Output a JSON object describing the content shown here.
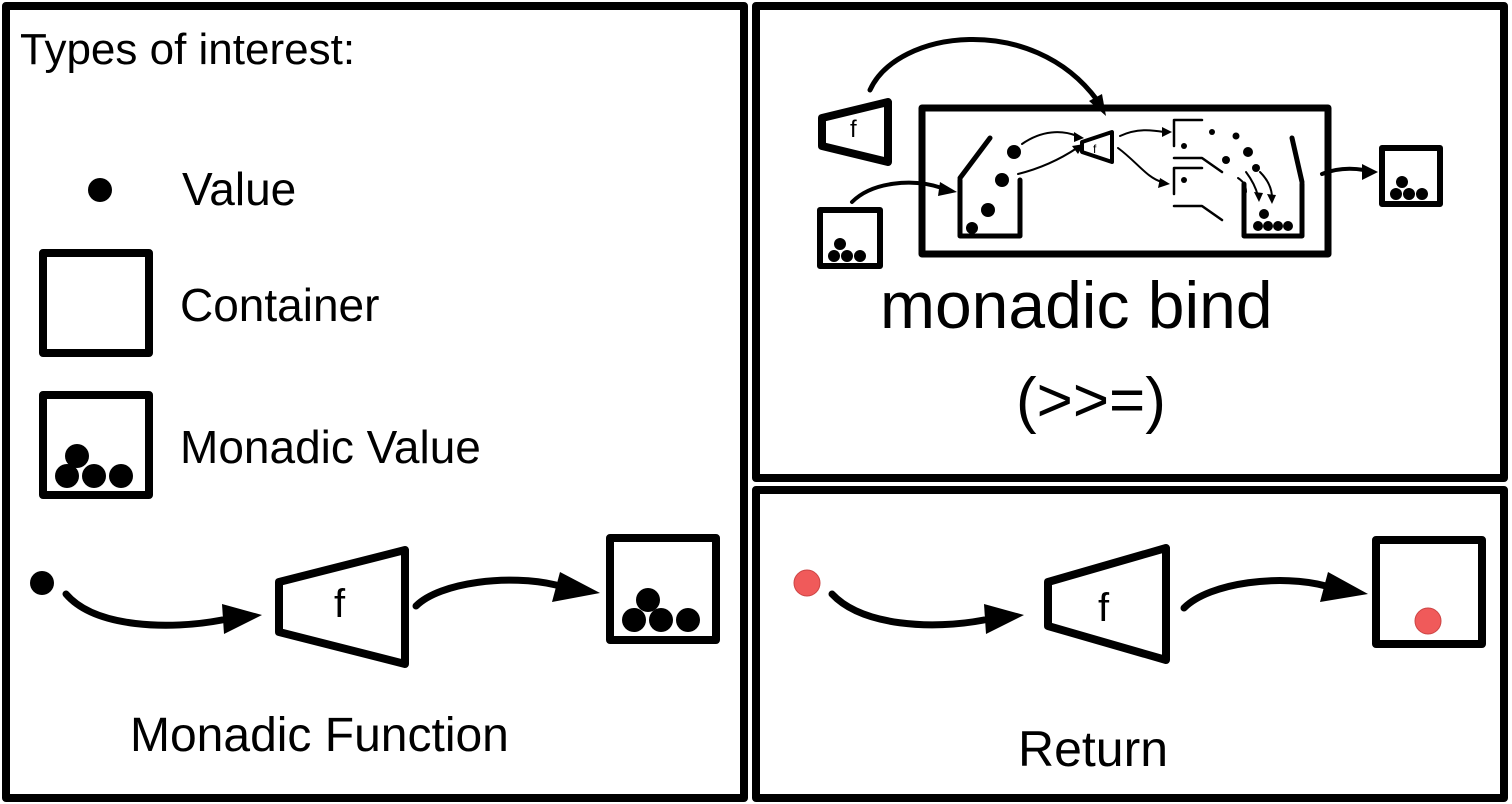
{
  "legend": {
    "heading": "Types of interest:",
    "items": [
      {
        "icon": "value-dot-icon",
        "label": "Value"
      },
      {
        "icon": "container-box-icon",
        "label": "Container"
      },
      {
        "icon": "monadic-value-box-icon",
        "label": "Monadic Value"
      }
    ]
  },
  "monadic_function": {
    "function_symbol": "f",
    "caption": "Monadic Function"
  },
  "bind": {
    "function_symbol": "f",
    "caption": "monadic bind",
    "operator": "(>>=)"
  },
  "return": {
    "function_symbol": "f",
    "caption": "Return"
  },
  "colors": {
    "ink": "#000000",
    "highlight_dot": "#f05a5a"
  }
}
